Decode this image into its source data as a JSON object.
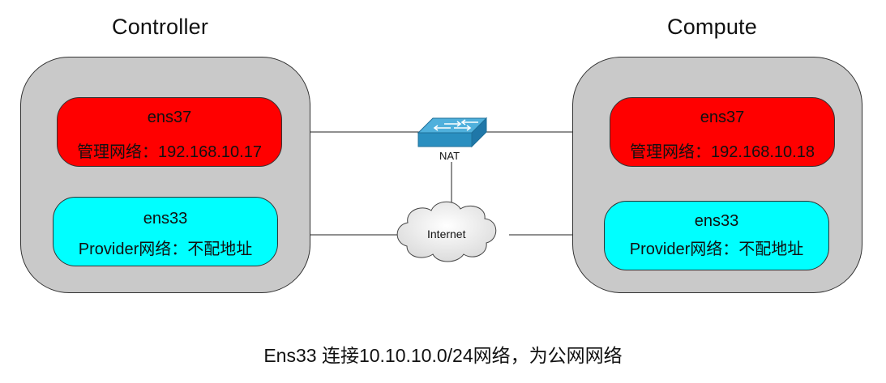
{
  "controller": {
    "title": "Controller",
    "mgmt": {
      "name": "ens37",
      "label": "管理网络：192.168.10.17"
    },
    "provider": {
      "name": "ens33",
      "label": "Provider网络：不配地址"
    }
  },
  "compute": {
    "title": "Compute",
    "mgmt": {
      "name": "ens37",
      "label": "管理网络：192.168.10.18"
    },
    "provider": {
      "name": "ens33",
      "label": "Provider网络：不配地址"
    }
  },
  "switch": {
    "label": "NAT",
    "icon": "switch-icon"
  },
  "cloud": {
    "label": "Internet",
    "icon": "cloud-icon"
  },
  "caption": "Ens33 连接10.10.10.0/24网络，为公网网络",
  "colors": {
    "node_fill": "#c9c9c9",
    "mgmt_fill": "#ff0000",
    "provider_fill": "#00ffff",
    "switch_blue": "#2a8fc0"
  }
}
